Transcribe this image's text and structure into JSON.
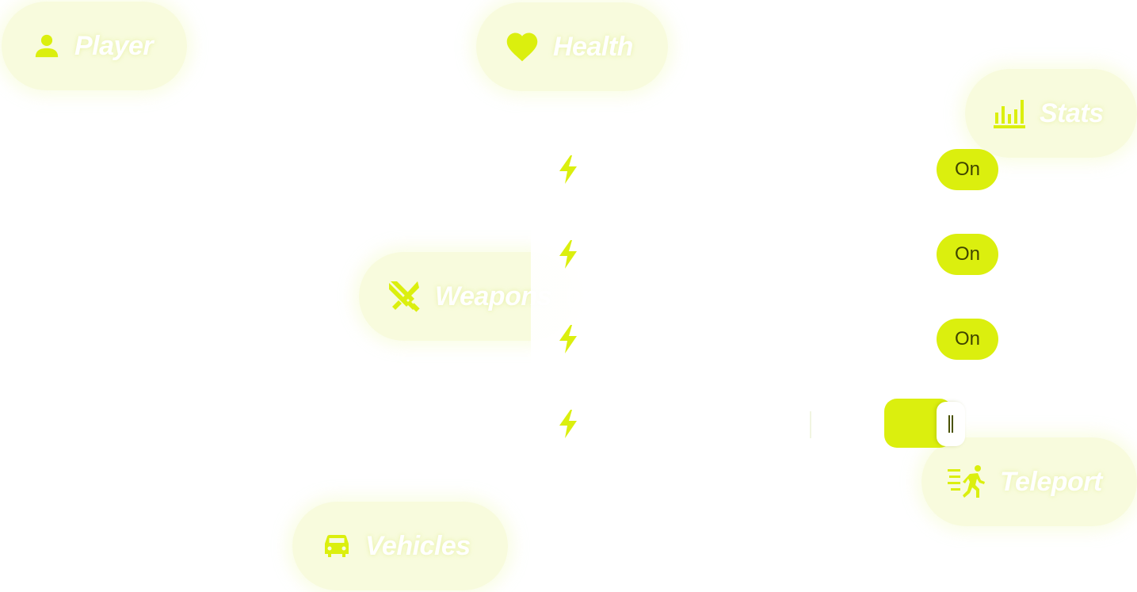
{
  "theme": {
    "accent": "#dbef0e",
    "pill_background": "#f3f8cf",
    "label_color": "#ffffff",
    "toggle_text": "#3f4400"
  },
  "menu": {
    "player": {
      "label": "Player",
      "icon": "person-icon"
    },
    "health": {
      "label": "Health",
      "icon": "heart-icon"
    },
    "stats": {
      "label": "Stats",
      "icon": "bar-chart-icon"
    },
    "weapons": {
      "label": "Weapons",
      "icon": "crossed-swords-icon"
    },
    "teleport": {
      "label": "Teleport",
      "icon": "running-person-icon"
    },
    "vehicles": {
      "label": "Vehicles",
      "icon": "car-icon"
    }
  },
  "options": [
    {
      "icon": "lightning-bolt-icon",
      "label": "",
      "state": "On"
    },
    {
      "icon": "lightning-bolt-icon",
      "label": "",
      "state": "On"
    },
    {
      "icon": "lightning-bolt-icon",
      "label": "",
      "state": "On"
    },
    {
      "icon": "lightning-bolt-icon",
      "label": "",
      "control": "slider",
      "level": 1.0
    }
  ]
}
